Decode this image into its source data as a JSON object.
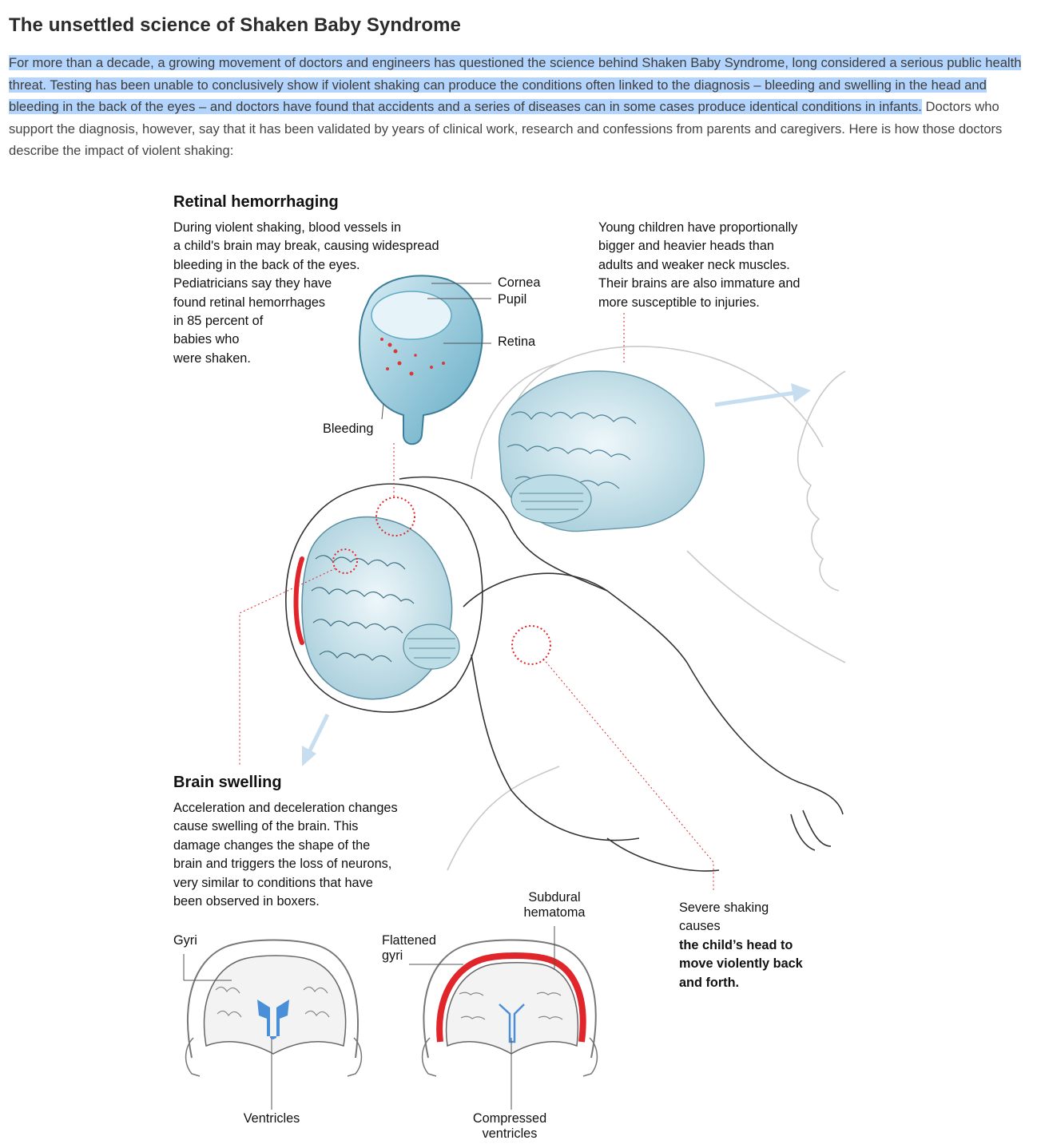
{
  "headline": "The unsettled science of Shaken Baby Syndrome",
  "intro": {
    "selected": "For more than a decade, a growing movement of doctors and engineers has questioned the science behind Shaken Baby Syndrome, long considered a serious public health threat. Testing has been unable to conclusively show if violent shaking can produce the conditions often linked to the diagnosis – bleeding and swelling in the head and bleeding in the back of the eyes – and doctors have found that accidents and a series of diseases can in some cases produce identical conditions in infants.",
    "rest": " Doctors who support the diagnosis, however, say that it has been validated by years of clinical work, research and confessions from parents and caregivers. Here is how those doctors describe the impact of violent shaking:"
  },
  "retinal": {
    "title": "Retinal hemorrhaging",
    "lines": [
      "During violent shaking, blood vessels in",
      "a child's brain may break, causing widespread",
      "bleeding in the back of the eyes.",
      "Pediatricians say they have",
      "found retinal hemorrhages",
      "in 85 percent of",
      "babies who",
      "were shaken."
    ]
  },
  "young": {
    "lines": [
      "Young children have proportionally",
      "bigger and heavier heads than",
      "adults and weaker neck muscles.",
      "Their brains are also immature and",
      "more susceptible to injuries."
    ]
  },
  "eye_labels": {
    "cornea": "Cornea",
    "pupil": "Pupil",
    "retina": "Retina",
    "bleeding": "Bleeding"
  },
  "swelling": {
    "title": "Brain swelling",
    "lines": [
      "Acceleration and deceleration changes",
      "cause swelling of the brain. This",
      "damage changes the shape of the",
      "brain and triggers the loss of neurons,",
      "very similar to conditions that have",
      "been observed in boxers."
    ]
  },
  "shaking": {
    "line1": "Severe shaking",
    "line2": "causes",
    "bold": [
      "the child’s head to",
      "move violently back",
      "and forth."
    ]
  },
  "cross_labels": {
    "gyri": "Gyri",
    "ventricles": "Ventricles",
    "flattened": [
      "Flattened",
      "gyri"
    ],
    "subdural": [
      "Subdural",
      "hematoma"
    ],
    "compressed": [
      "Compressed",
      "ventricles"
    ]
  },
  "colors": {
    "brain_blue": "#a9d0dc",
    "bleed_red": "#e0262b",
    "ventricle_blue": "#4a90d9",
    "arrow_blue": "#c7def0",
    "selection": "#b3d4fc"
  }
}
